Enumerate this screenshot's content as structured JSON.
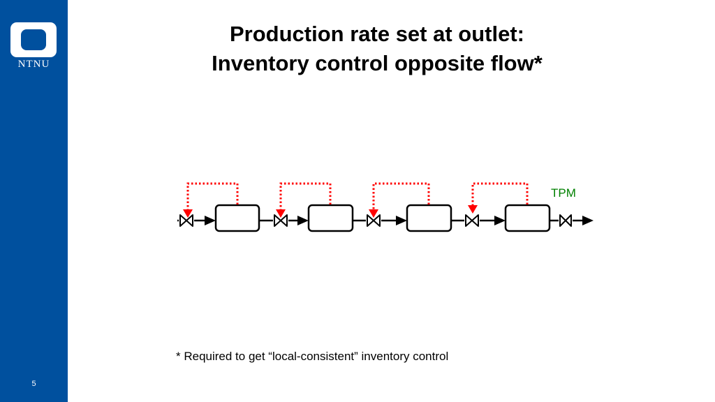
{
  "sidebar": {
    "logo_text": "NTNU",
    "page_number": "5",
    "color": "#00509e"
  },
  "slide": {
    "title_line1": "Production rate set at outlet:",
    "title_line2": "Inventory control opposite flow*",
    "tpm_label": "TPM",
    "footnote": "* Required to get “local-consistent” inventory control"
  },
  "diagram": {
    "units": 4,
    "valves": 5,
    "control_loops": 4,
    "loop_direction": "opposite flow",
    "colors": {
      "signal": "#ff0000",
      "tpm": "#008000",
      "stream": "#000000"
    }
  }
}
